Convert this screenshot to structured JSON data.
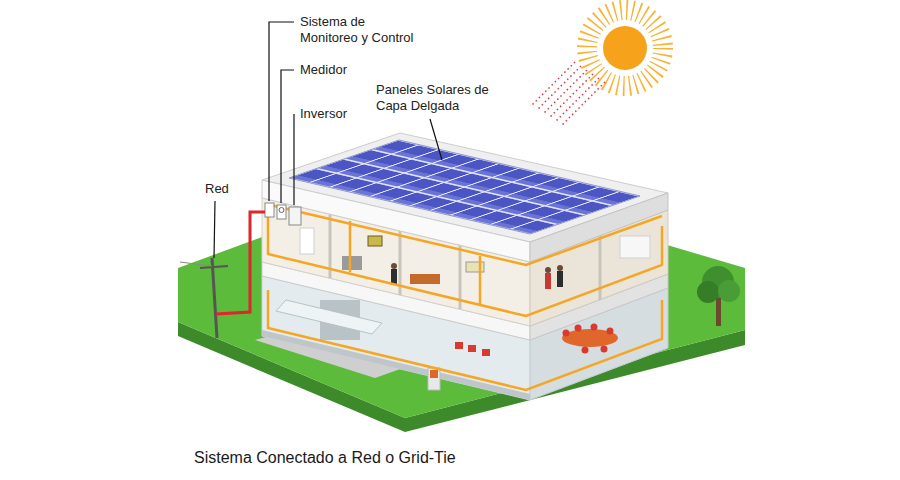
{
  "diagram": {
    "caption": "Sistema Conectado a Red o Grid-Tie",
    "labels": [
      "Sistema de Monitoreo y Control",
      "Medidor",
      "Inversor",
      "Paneles Solares de Capa Delgada",
      "Red"
    ]
  }
}
